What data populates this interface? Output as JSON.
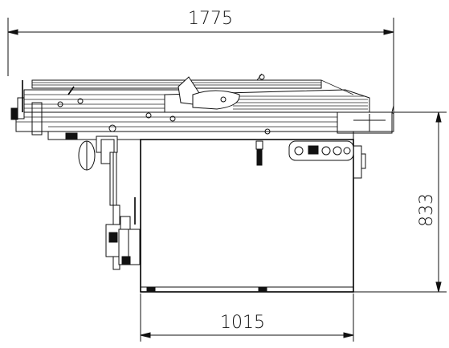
{
  "dimensions": {
    "overall_width": "1775",
    "height": "833",
    "base_width": "1015"
  }
}
